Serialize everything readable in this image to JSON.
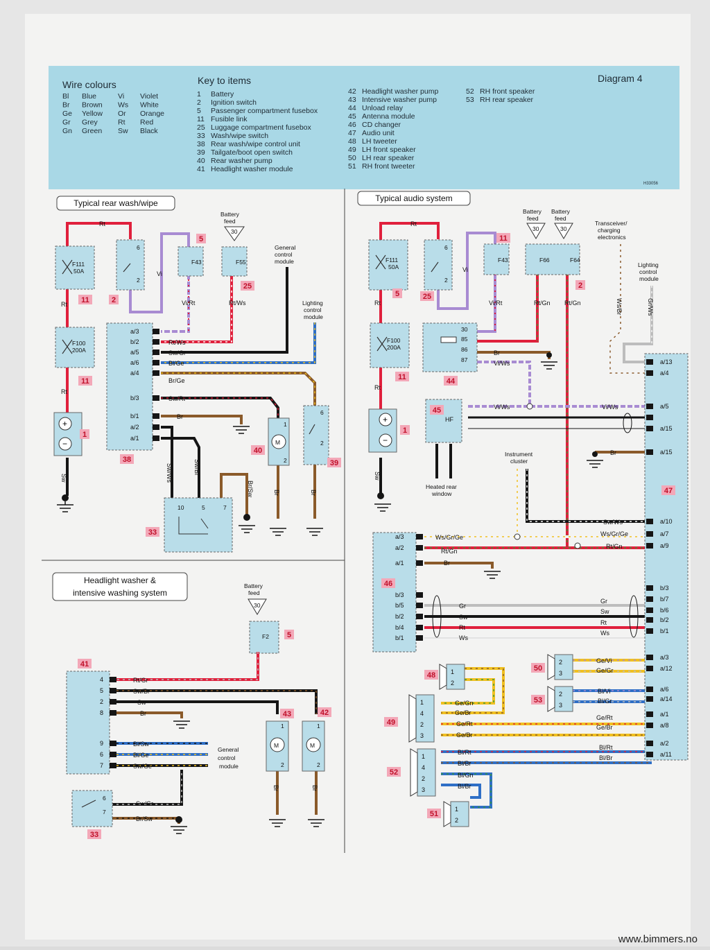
{
  "header": {
    "wire_colours_title": "Wire colours",
    "key_title": "Key to items",
    "diagram_label": "Diagram 4",
    "ref_code": "H33056",
    "wire_colours": [
      [
        "Bl",
        "Blue",
        "Vi",
        "Violet"
      ],
      [
        "Br",
        "Brown",
        "Ws",
        "White"
      ],
      [
        "Ge",
        "Yellow",
        "Or",
        "Orange"
      ],
      [
        "Gr",
        "Grey",
        "Rt",
        "Red"
      ],
      [
        "Gn",
        "Green",
        "Sw",
        "Black"
      ]
    ],
    "key_col1": [
      [
        "1",
        "Battery"
      ],
      [
        "2",
        "Ignition switch"
      ],
      [
        "5",
        "Passenger compartment fusebox"
      ],
      [
        "11",
        "Fusible link"
      ],
      [
        "25",
        "Luggage compartment fusebox"
      ],
      [
        "33",
        "Wash/wipe switch"
      ],
      [
        "38",
        "Rear wash/wipe control unit"
      ],
      [
        "39",
        "Tailgate/boot open switch"
      ],
      [
        "40",
        "Rear washer pump"
      ],
      [
        "41",
        "Headlight washer module"
      ]
    ],
    "key_col2": [
      [
        "42",
        "Headlight washer pump"
      ],
      [
        "43",
        "Intensive washer pump"
      ],
      [
        "44",
        "Unload relay"
      ],
      [
        "45",
        "Antenna module"
      ],
      [
        "46",
        "CD changer"
      ],
      [
        "47",
        "Audio unit"
      ],
      [
        "48",
        "LH tweeter"
      ],
      [
        "49",
        "LH front speaker"
      ],
      [
        "50",
        "LH rear speaker"
      ],
      [
        "51",
        "RH front tweeter"
      ]
    ],
    "key_col3": [
      [
        "52",
        "RH front speaker"
      ],
      [
        "53",
        "RH rear speaker"
      ]
    ]
  },
  "sections": {
    "rear_wash": "Typical rear wash/wipe",
    "audio": "Typical audio system",
    "headlight_line1": "Headlight  washer &",
    "headlight_line2": "intensive washing system"
  },
  "rear_wash": {
    "unit38_pins": [
      "a/3",
      "b/2",
      "a/5",
      "a/6",
      "a/4",
      "b/3",
      "b/1",
      "a/2",
      "a/1"
    ],
    "unit38_wires": [
      "Rt/Ws",
      "Sw/Gr",
      "Bl/Ge",
      "Br/Ge",
      "Sw/Rt",
      "Br"
    ],
    "labels": {
      "rt": "Rt",
      "vi": "Vi",
      "vi_rt": "Vi/Rt",
      "rt_ws": "Rt/Ws",
      "sw": "Sw",
      "sw_ws": "Sw/Ws",
      "sw_bl": "Sw/Bl",
      "br_sw": "Br/Sw",
      "br": "Br",
      "f111": "F111",
      "f111b": "50A",
      "f100": "F100",
      "f100b": "200A",
      "f43": "F43",
      "f55": "F55",
      "battery_feed_1": "Battery",
      "battery_feed_2": "feed",
      "fb30": "30",
      "gcm1": "General",
      "gcm2": "control",
      "gcm3": "module",
      "lcm1": "Lighting",
      "lcm2": "control",
      "lcm3": "module",
      "ign6": "6",
      "ign2": "2",
      "sw10": "10",
      "sw5": "5",
      "sw7": "7",
      "sw6": "6",
      "sw2": "2",
      "p1": "1",
      "p2": "2",
      "motor": "M",
      "plus": "+",
      "minus": "−"
    },
    "nums": [
      "11",
      "2",
      "5",
      "25",
      "11",
      "1",
      "38",
      "40",
      "39",
      "33"
    ]
  },
  "audio": {
    "labels": {
      "rt": "Rt",
      "vi": "Vi",
      "vi_rt": "Vi/Rt",
      "rt_gn": "Rt/Gn",
      "sw": "Sw",
      "f111": "F111",
      "f111b": "50A",
      "f100": "F100",
      "f100b": "200A",
      "f43": "F43",
      "f66": "F66",
      "f64": "F64",
      "bf1": "Battery",
      "bf2": "feed",
      "fb30": "30",
      "trans1": "Transceiver/",
      "trans2": "charging",
      "trans3": "electronics",
      "lcm1": "Lighting",
      "lcm2": "control",
      "lcm3": "module",
      "ws_br": "Ws/Br",
      "gr_ws": "Gr/Ws",
      "r30": "30",
      "r85": "85",
      "r86": "86",
      "r87": "87",
      "br": "Br",
      "vi_ws": "Vi/Ws",
      "hf": "HF",
      "heated1": "Heated rear",
      "heated2": "window",
      "inst1": "Instrument",
      "inst2": "cluster",
      "sw_ws": "Sw/Ws",
      "ws_gr_ge": "Ws/Gr/Ge",
      "gr": "Gr",
      "ws": "Ws",
      "ge_vi": "Ge/Vi",
      "ge_gr": "Ge/Gr",
      "bl_vi": "Bl/Vi",
      "bl_gr": "Bl/Gr",
      "ge_gn": "Ge/Gn",
      "ge_br": "Ge/Br",
      "ge_rt": "Ge/Rt",
      "bl_rt": "Bl/Rt",
      "bl_br": "Bl/Br",
      "bl_gn": "Bl/Gn",
      "ign6": "6",
      "ign2": "2",
      "p1": "1",
      "p2": "2",
      "p3": "3",
      "p4": "4"
    },
    "unit47_pins": [
      "a/13",
      "a/4",
      "a/5",
      "HF",
      "a/15",
      "a/15",
      "a/10",
      "a/7",
      "a/9",
      "b/3",
      "b/7",
      "b/6",
      "b/2",
      "b/1",
      "a/3",
      "a/12",
      "a/6",
      "a/14",
      "a/1",
      "a/8",
      "a/2",
      "a/11"
    ],
    "unit46_pins": [
      "a/3",
      "a/2",
      "a/1",
      "b/3",
      "b/5",
      "b/2",
      "b/4",
      "b/1"
    ],
    "nums": [
      "5",
      "25",
      "11",
      "2",
      "11",
      "44",
      "45",
      "1",
      "47",
      "46",
      "48",
      "50",
      "53",
      "49",
      "52",
      "51"
    ]
  },
  "headlight": {
    "pins41": [
      "4",
      "5",
      "2",
      "8",
      "9",
      "6",
      "7"
    ],
    "wires41": [
      "Rt/Gr",
      "Sw/Br",
      "Sw",
      "Br",
      "Bl/Sw",
      "Bl/Ge",
      "Sw/Ge"
    ],
    "labels": {
      "bf1": "Battery",
      "bf2": "feed",
      "fb30": "30",
      "f2": "F2",
      "gcm1": "General",
      "gcm2": "control",
      "gcm3": "module",
      "sw_gr": "Sw/Gr",
      "br_sw": "Br/Sw",
      "br": "Br",
      "p6": "6",
      "p7": "7",
      "p1": "1",
      "p2": "2",
      "motor": "M"
    },
    "nums": [
      "5",
      "41",
      "43",
      "42",
      "33"
    ]
  },
  "watermark": "www.bimmers.no",
  "colors": {
    "header_bg": "#a9d8e6",
    "box_bg": "#b9dde9",
    "red_tag": "#f3a8b8",
    "red": "#e0203c",
    "violet": "#a88bd2",
    "black": "#151515",
    "brown": "#8a5a2a",
    "blue": "#2f6fc6",
    "yellow": "#f0c020",
    "grey": "#bdbdbd",
    "green": "#3a9a3a",
    "white": "#f4f4f4"
  }
}
